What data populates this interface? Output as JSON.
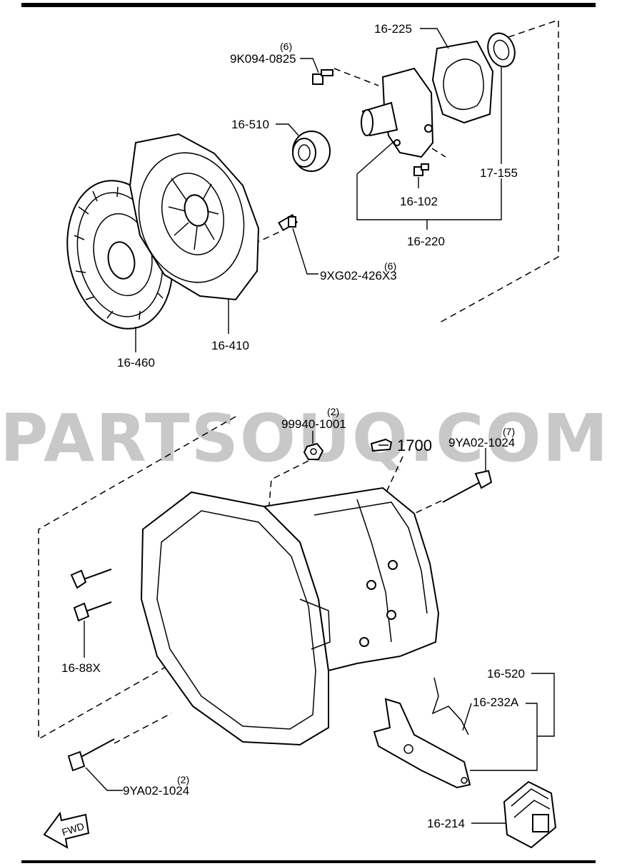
{
  "watermark": "PARTSOUQ.COM",
  "reference": "1700",
  "fwd_label": "FWD",
  "labels": {
    "p16_225": "16-225",
    "p9k094": "9K094-0825",
    "p9k094_qty": "(6)",
    "p16_510": "16-510",
    "p17_155": "17-155",
    "p16_102": "16-102",
    "p16_220": "16-220",
    "p9xg02": "9XG02-426X3",
    "p9xg02_qty": "(6)",
    "p16_410": "16-410",
    "p16_460": "16-460",
    "p99940": "99940-1001",
    "p99940_qty": "(2)",
    "p9ya02_top": "9YA02-1024",
    "p9ya02_top_qty": "(7)",
    "p16_88x": "16-88X",
    "p16_520": "16-520",
    "p16_232a": "16-232A",
    "p9ya02_bottom": "9YA02-1024",
    "p9ya02_bottom_qty": "(2)",
    "p16_214": "16-214"
  }
}
